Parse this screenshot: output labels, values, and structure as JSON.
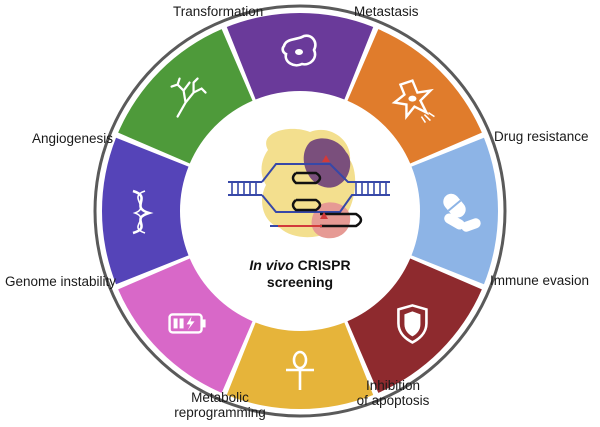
{
  "center": {
    "line1_italic": "In vivo",
    "line1_rest": " CRISPR",
    "line2": "screening"
  },
  "segments": [
    {
      "label": "Transformation",
      "color": "#6a3a9a",
      "icon": "cell-icon"
    },
    {
      "label": "Metastasis",
      "color": "#e07c2c",
      "icon": "metastatic-cell-icon"
    },
    {
      "label": "Drug resistance",
      "color": "#8db4e6",
      "icon": "pills-icon"
    },
    {
      "label": "Immune evasion",
      "color": "#8e2a2e",
      "icon": "shield-icon"
    },
    {
      "label": "Inhibition of apoptosis",
      "label_line1": "Inhibition",
      "label_line2": "of apoptosis",
      "color": "#e6b43a",
      "icon": "ankh-icon"
    },
    {
      "label": "Metabolic reprogramming",
      "label_line1": "Metabolic",
      "label_line2": "reprogramming",
      "color": "#d868c8",
      "icon": "battery-icon"
    },
    {
      "label": "Genome instability",
      "color": "#5544b8",
      "icon": "dna-icon"
    },
    {
      "label": "Angiogenesis",
      "color": "#4e9a3a",
      "icon": "vessel-icon"
    }
  ]
}
